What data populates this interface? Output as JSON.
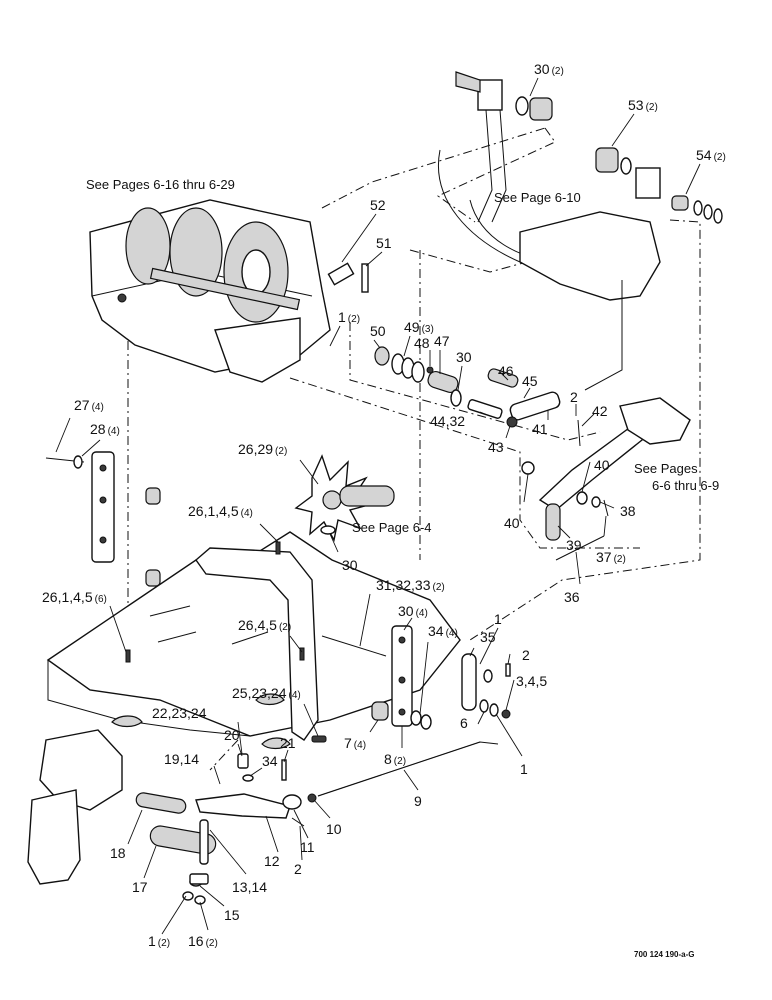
{
  "references": {
    "pages_6_16_29": "See Pages 6-16 thru 6-29",
    "page_6_10": "See Page 6-10",
    "page_6_4": "See Page 6-4",
    "pages_6_6_9_line1": "See Pages",
    "pages_6_6_9_line2": "6-6 thru 6-9"
  },
  "drawing_code": "700 124 190-a-G",
  "callouts": [
    {
      "num": "30",
      "qty": "(2)"
    },
    {
      "num": "53",
      "qty": "(2)"
    },
    {
      "num": "54",
      "qty": "(2)"
    },
    {
      "num": "52",
      "qty": ""
    },
    {
      "num": "51",
      "qty": ""
    },
    {
      "num": "1",
      "qty": "(2)"
    },
    {
      "num": "50",
      "qty": ""
    },
    {
      "num": "49",
      "qty": "(3)"
    },
    {
      "num": "48",
      "qty": ""
    },
    {
      "num": "47",
      "qty": ""
    },
    {
      "num": "30",
      "qty": ""
    },
    {
      "num": "46",
      "qty": ""
    },
    {
      "num": "45",
      "qty": ""
    },
    {
      "num": "2",
      "qty": ""
    },
    {
      "num": "42",
      "qty": ""
    },
    {
      "num": "44,32",
      "qty": ""
    },
    {
      "num": "43",
      "qty": ""
    },
    {
      "num": "41",
      "qty": ""
    },
    {
      "num": "40",
      "qty": ""
    },
    {
      "num": "40",
      "qty": ""
    },
    {
      "num": "38",
      "qty": ""
    },
    {
      "num": "39",
      "qty": ""
    },
    {
      "num": "37",
      "qty": "(2)"
    },
    {
      "num": "36",
      "qty": ""
    },
    {
      "num": "27",
      "qty": "(4)"
    },
    {
      "num": "28",
      "qty": "(4)"
    },
    {
      "num": "26,29",
      "qty": "(2)"
    },
    {
      "num": "26,1,4,5",
      "qty": "(4)"
    },
    {
      "num": "30",
      "qty": ""
    },
    {
      "num": "26,1,4,5",
      "qty": "(6)"
    },
    {
      "num": "31,32,33",
      "qty": "(2)"
    },
    {
      "num": "30",
      "qty": "(4)"
    },
    {
      "num": "34",
      "qty": "(4)"
    },
    {
      "num": "26,4,5",
      "qty": "(2)"
    },
    {
      "num": "1",
      "qty": ""
    },
    {
      "num": "35",
      "qty": ""
    },
    {
      "num": "2",
      "qty": ""
    },
    {
      "num": "3,4,5",
      "qty": ""
    },
    {
      "num": "6",
      "qty": ""
    },
    {
      "num": "1",
      "qty": ""
    },
    {
      "num": "25,23,24",
      "qty": "(4)"
    },
    {
      "num": "7",
      "qty": "(4)"
    },
    {
      "num": "8",
      "qty": "(2)"
    },
    {
      "num": "22,23,24",
      "qty": ""
    },
    {
      "num": "20",
      "qty": ""
    },
    {
      "num": "21",
      "qty": ""
    },
    {
      "num": "19,14",
      "qty": ""
    },
    {
      "num": "34",
      "qty": ""
    },
    {
      "num": "9",
      "qty": ""
    },
    {
      "num": "10",
      "qty": ""
    },
    {
      "num": "11",
      "qty": ""
    },
    {
      "num": "12",
      "qty": ""
    },
    {
      "num": "2",
      "qty": ""
    },
    {
      "num": "18",
      "qty": ""
    },
    {
      "num": "13,14",
      "qty": ""
    },
    {
      "num": "17",
      "qty": ""
    },
    {
      "num": "15",
      "qty": ""
    },
    {
      "num": "1",
      "qty": "(2)"
    },
    {
      "num": "16",
      "qty": "(2)"
    }
  ]
}
